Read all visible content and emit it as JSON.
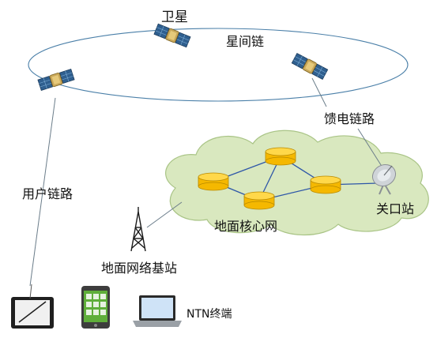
{
  "labels": {
    "satellite": "卫星",
    "inter_satellite_link": "星间链",
    "feeder_link": "馈电链路",
    "user_link": "用户链路",
    "ground_core_network": "地面核心网",
    "gateway": "关口站",
    "ground_base_station": "地面网络基站",
    "ntn_terminal": "NTN终端"
  },
  "colors": {
    "orbit": "#4a7fa8",
    "cloud_fill": "#d9e8bf",
    "cloud_stroke": "#a9c486",
    "network_node": "#f5b800",
    "core_link": "#2d56a8",
    "radio_link": "#6b7d8a",
    "satellite_body": "#c9a85a",
    "solar_panel": "#2f5f8f"
  },
  "icons": {
    "satellites": [
      "satellite-icon",
      "satellite-icon",
      "satellite-icon"
    ],
    "gateway": "satellite-dish-icon",
    "base_station": "cell-tower-icon",
    "terminals": [
      "tablet-icon",
      "smartphone-icon",
      "laptop-icon"
    ],
    "network_nodes": [
      "database-icon",
      "database-icon",
      "database-icon",
      "database-icon"
    ]
  }
}
